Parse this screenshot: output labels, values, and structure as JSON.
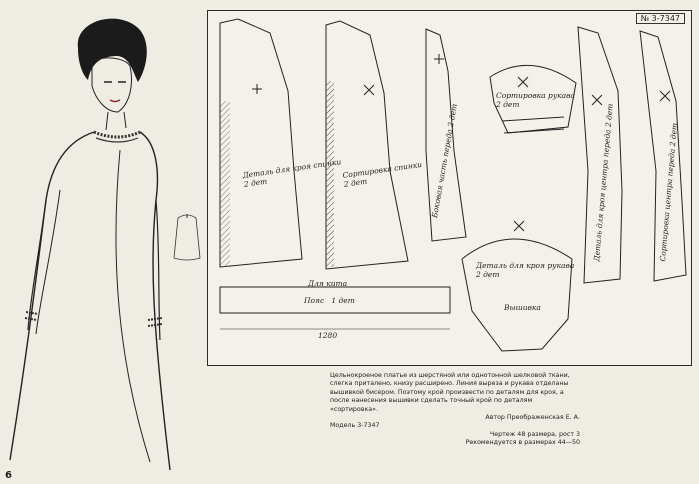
{
  "sheet": {
    "code": "№ 3-7347"
  },
  "pattern_labels": {
    "back_detail": "Деталь для кроя спинки",
    "back_sort": "Сортировка спинки",
    "front_side": "Боковая часть переда",
    "front_center_detail": "Деталь для кроя центра переда",
    "front_center_sort": "Сортировка центра переда",
    "sleeve_sort": "Сортировка рукава",
    "sleeve_detail": "Деталь для кроя рукава",
    "strap": "Пояс",
    "strap_count": "1 дет",
    "cut_count": "2 дет",
    "strap_top": "Для кита",
    "strap_length": "1280",
    "embroidery": "Вышивка"
  },
  "caption": {
    "description": "Цельнокроеное платье из шерстяной или однотонной шелковой ткани, слегка приталено, книзу расширено. Линия выреза и рукава отделаны вышивкой бисером. Поэтому крой произвести по деталям для кроя, а после нанесения вышивки сделать точный крой по деталям «сортировка».",
    "author": "Автор Преображенская Е. А.",
    "model": "Модель 3-7347",
    "size": "Чертеж 48 размера, рост 3",
    "recommended": "Рекомендуется в размерах 44—50"
  },
  "page_number": "6"
}
